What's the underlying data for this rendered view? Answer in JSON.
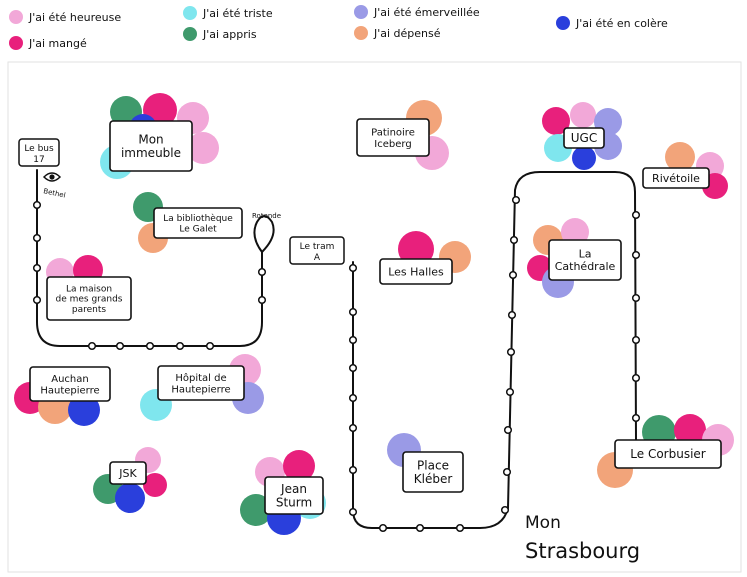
{
  "colors": {
    "heureuse": "#f2a8d8",
    "mange": "#e8207c",
    "triste": "#7fe6ee",
    "appris": "#3f9a6c",
    "emerveillee": "#9a9ae6",
    "depense": "#f2a47a",
    "colere": "#2a3fdc"
  },
  "legend": [
    {
      "key": "heureuse",
      "label": "J'ai été heureuse"
    },
    {
      "key": "mange",
      "label": "J'ai mangé"
    },
    {
      "key": "triste",
      "label": "J'ai été triste"
    },
    {
      "key": "appris",
      "label": "J'ai appris"
    },
    {
      "key": "emerveillee",
      "label": "J'ai été émerveillée"
    },
    {
      "key": "depense",
      "label": "J'ai dépensé"
    },
    {
      "key": "colere",
      "label": "J'ai été en colère"
    }
  ],
  "title_lines": [
    "Mon",
    "Strasbourg"
  ],
  "annotations": {
    "bus": [
      "Le bus",
      "17"
    ],
    "bethel": "Bethel",
    "rotonde": "Rotonde",
    "tram": [
      "Le tram",
      "A"
    ]
  },
  "places": [
    {
      "id": "mon-immeuble",
      "lines": [
        "Mon",
        "immeuble"
      ],
      "emotions": [
        "appris",
        "mange",
        "heureuse",
        "heureuse",
        "triste",
        "colere"
      ]
    },
    {
      "id": "bibliotheque",
      "lines": [
        "La bibliothèque",
        "Le Galet"
      ],
      "emotions": [
        "appris",
        "depense"
      ]
    },
    {
      "id": "maison-grands-parents",
      "lines": [
        "La maison",
        "de mes grands",
        "parents"
      ],
      "emotions": [
        "heureuse",
        "mange"
      ]
    },
    {
      "id": "auchan",
      "lines": [
        "Auchan",
        "Hautepierre"
      ],
      "emotions": [
        "mange",
        "depense",
        "colere"
      ]
    },
    {
      "id": "hopital",
      "lines": [
        "Hôpital de",
        "Hautepierre"
      ],
      "emotions": [
        "heureuse",
        "emerveillee",
        "triste"
      ]
    },
    {
      "id": "jsk",
      "lines": [
        "JSK"
      ],
      "emotions": [
        "heureuse",
        "mange",
        "appris",
        "colere"
      ]
    },
    {
      "id": "jean-sturm",
      "lines": [
        "Jean",
        "Sturm"
      ],
      "emotions": [
        "heureuse",
        "mange",
        "triste",
        "appris",
        "colere"
      ]
    },
    {
      "id": "patinoire",
      "lines": [
        "Patinoire",
        "Iceberg"
      ],
      "emotions": [
        "depense",
        "heureuse"
      ]
    },
    {
      "id": "les-halles",
      "lines": [
        "Les Halles"
      ],
      "emotions": [
        "mange",
        "depense"
      ]
    },
    {
      "id": "place-kleber",
      "lines": [
        "Place",
        "Kléber"
      ],
      "emotions": [
        "emerveillee"
      ]
    },
    {
      "id": "ugc",
      "lines": [
        "UGC"
      ],
      "emotions": [
        "mange",
        "heureuse",
        "emerveillee",
        "triste",
        "emerveillee",
        "colere"
      ]
    },
    {
      "id": "cathedrale",
      "lines": [
        "La",
        "Cathédrale"
      ],
      "emotions": [
        "depense",
        "heureuse",
        "mange",
        "emerveillee"
      ]
    },
    {
      "id": "rivetoile",
      "lines": [
        "Rivétoile"
      ],
      "emotions": [
        "depense",
        "heureuse",
        "mange"
      ]
    },
    {
      "id": "le-corbusier",
      "lines": [
        "Le Corbusier"
      ],
      "emotions": [
        "appris",
        "mange",
        "heureuse",
        "depense"
      ]
    }
  ]
}
